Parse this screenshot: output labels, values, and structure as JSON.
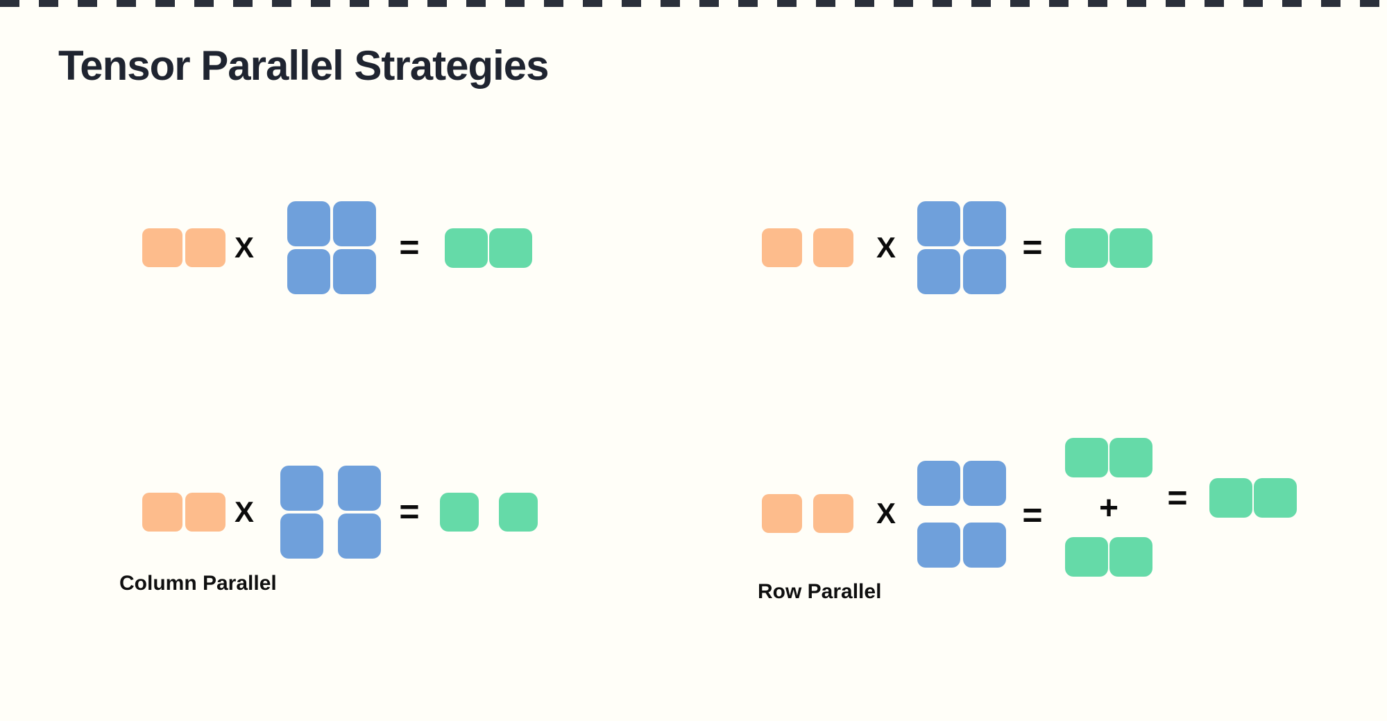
{
  "title": "Tensor Parallel Strategies",
  "operators": {
    "multiply": "X",
    "equals": "=",
    "plus": "+"
  },
  "labels": {
    "column_parallel": "Column Parallel",
    "row_parallel": "Row Parallel"
  },
  "colors": {
    "background": "#FFFEF8",
    "top_strip": "#2A2F3A",
    "title_text": "#1F2430",
    "operator_text": "#0B0B0B",
    "input_orange": "#FDBC8C",
    "weight_blue": "#6FA0DB",
    "output_green": "#65DAA8"
  },
  "diagrams": [
    {
      "id": "top-left",
      "label": "",
      "input_blocks": 2,
      "weight_grid": "2x2 together",
      "output_blocks": "2 together",
      "equation": "input X weight = output"
    },
    {
      "id": "top-right",
      "label": "",
      "input_blocks": "2 slightly apart",
      "weight_grid": "2x2 together",
      "output_blocks": "2 together",
      "equation": "input X weight = output"
    },
    {
      "id": "bottom-left",
      "label": "Column Parallel",
      "input_blocks": 2,
      "weight_grid": "2x2 split into two columns",
      "output_blocks": "2 apart",
      "equation": "input X column-split weight = split outputs"
    },
    {
      "id": "bottom-right",
      "label": "Row Parallel",
      "input_blocks": 2,
      "weight_grid": "2x2 split into two rows",
      "output_blocks": "two partial outputs summed into final output",
      "equation": "input X row-split weight = partial + partial = output"
    }
  ]
}
